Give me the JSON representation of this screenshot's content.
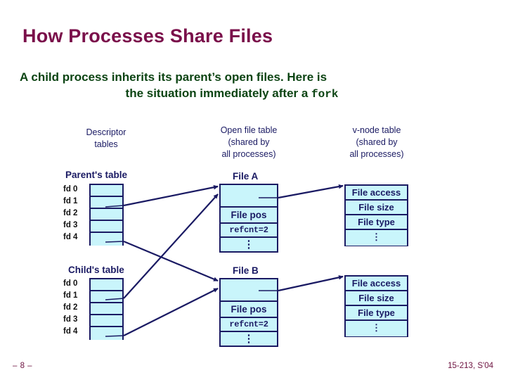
{
  "slide": {
    "title": "How Processes Share Files",
    "subtitle_line1": "A child process inherits its parent’s open files. Here is",
    "subtitle_line2_pre": "the situation immediately after a ",
    "subtitle_line2_mono": "fork",
    "title_color": "#7a0f4a",
    "subtitle_color": "#0c4413",
    "accent_color": "#1a1a63",
    "cell_fill": "#c9f5fb"
  },
  "headers": {
    "descriptor": "Descriptor\ntables",
    "descriptor_l1": "Descriptor",
    "descriptor_l2": "tables",
    "openfile_l1": "Open file table",
    "openfile_l2": "(shared by",
    "openfile_l3": "all processes)",
    "vnode_l1": "v-node table",
    "vnode_l2": "(shared by",
    "vnode_l3": "all processes)"
  },
  "descriptor_tables": [
    {
      "caption": "Parent's table",
      "fd_labels": [
        "fd 0",
        "fd 1",
        "fd 2",
        "fd 3",
        "fd 4"
      ],
      "rows": [
        "",
        "",
        "",
        "",
        ""
      ]
    },
    {
      "caption": "Child's table",
      "fd_labels": [
        "fd 0",
        "fd 1",
        "fd 2",
        "fd 3",
        "fd 4"
      ],
      "rows": [
        "",
        "",
        "",
        "",
        ""
      ]
    }
  ],
  "open_file_tables": [
    {
      "caption": "File A",
      "rows": [
        "",
        "File pos",
        "refcnt=2",
        "⋮"
      ]
    },
    {
      "caption": "File B",
      "rows": [
        "",
        "File pos",
        "refcnt=2",
        "⋮"
      ]
    }
  ],
  "vnode_tables": [
    {
      "rows": [
        "File access",
        "File size",
        "File type",
        "⋮"
      ]
    },
    {
      "rows": [
        "File access",
        "File size",
        "File type",
        "⋮"
      ]
    }
  ],
  "arrows": [
    {
      "name": "parent-fd1-to-filea"
    },
    {
      "name": "parent-fd4-to-fileb"
    },
    {
      "name": "child-fd1-to-filea"
    },
    {
      "name": "child-fd4-to-fileb"
    },
    {
      "name": "filea-to-vnodea"
    },
    {
      "name": "fileb-to-vnodeb"
    }
  ],
  "footer": {
    "page": "– 8 –",
    "course": "15-213, S'04"
  }
}
